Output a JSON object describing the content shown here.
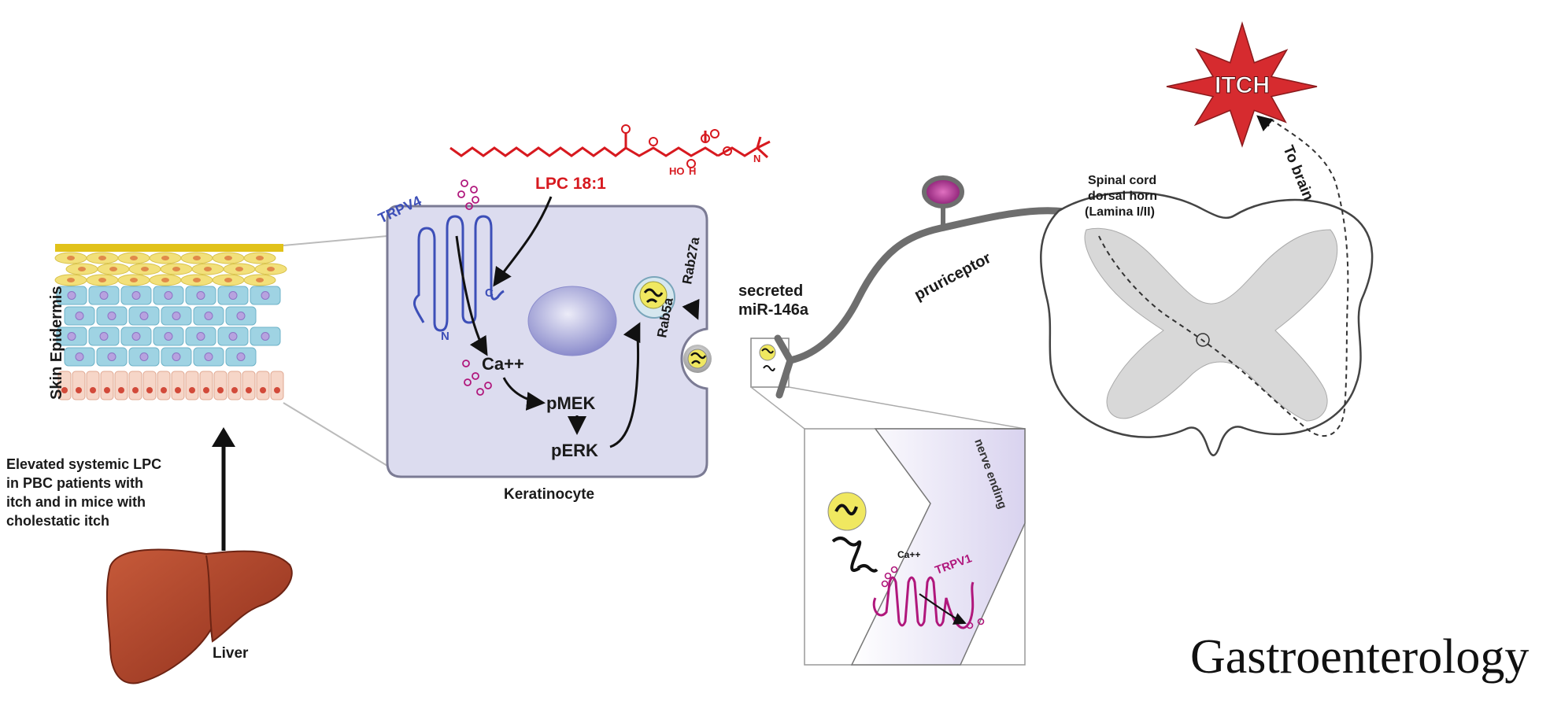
{
  "labels": {
    "skin_epidermis": "Skin Epidermis",
    "liver": "Liver",
    "liver_note": [
      "Elevated systemic LPC",
      "in PBC patients with",
      "itch and in mice with",
      "cholestatic itch"
    ],
    "lpc": "LPC 18:1",
    "trpv4": "TRPV4",
    "n_term": "N",
    "c_term": "C",
    "calcium": "Ca++",
    "pmek": "pMEK",
    "perk": "pERK",
    "rab5a": "Rab5a",
    "rab27a": "Rab27a",
    "keratinocyte": "Keratinocyte",
    "secreted": [
      "secreted",
      "miR-146a"
    ],
    "pruriceptor": "pruriceptor",
    "spinal_cord": [
      "Spinal cord",
      "dorsal horn",
      "(Lamina I/II)"
    ],
    "itch": "ITCH",
    "to_brain": "To brain",
    "nerve_ending": "nerve ending",
    "inset_calcium": "Ca++",
    "trpv1": "TRPV1",
    "molecule_ho": "HO",
    "molecule_h": "H"
  },
  "journal": "Gastroenterology",
  "colors": {
    "lpc_red": "#d7191f",
    "trpv4_blue": "#3d4fb8",
    "trpv1_magenta": "#b0177c",
    "cell_fill": "#dcdcef",
    "star_red": "#d62b2f",
    "liver_brown": "#b4472f",
    "spinal_gray": "#d8d8d8"
  }
}
